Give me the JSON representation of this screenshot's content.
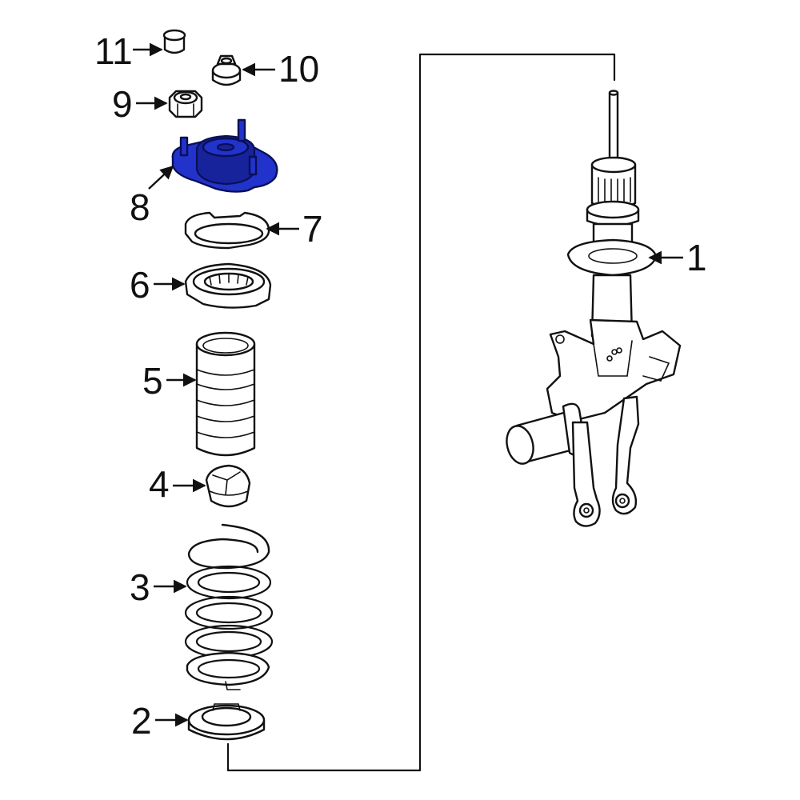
{
  "diagram": {
    "highlight_color": "#2233cc",
    "callouts": [
      {
        "id": "c1",
        "text": "1"
      },
      {
        "id": "c2",
        "text": "2"
      },
      {
        "id": "c3",
        "text": "3"
      },
      {
        "id": "c4",
        "text": "4"
      },
      {
        "id": "c5",
        "text": "5"
      },
      {
        "id": "c6",
        "text": "6"
      },
      {
        "id": "c7",
        "text": "7"
      },
      {
        "id": "c8",
        "text": "8"
      },
      {
        "id": "c9",
        "text": "9"
      },
      {
        "id": "c10",
        "text": "10"
      },
      {
        "id": "c11",
        "text": "11"
      }
    ]
  }
}
